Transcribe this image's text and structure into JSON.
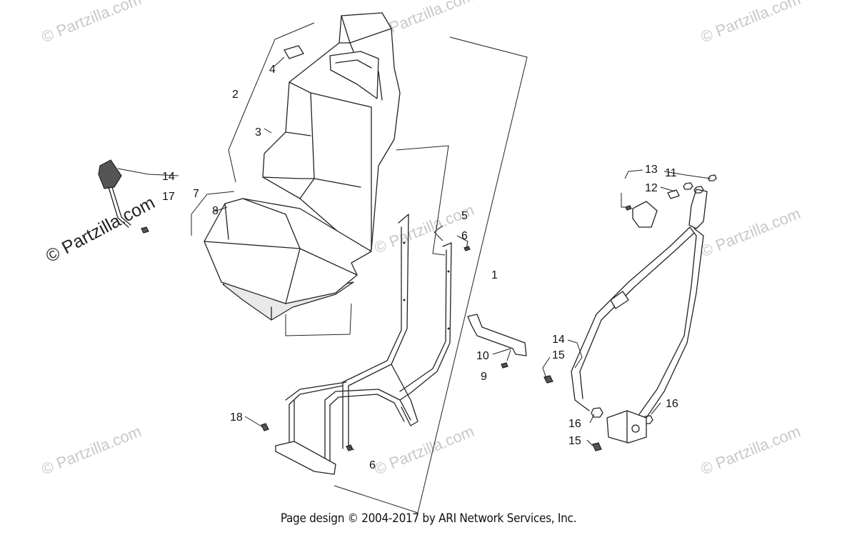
{
  "watermark": {
    "text": "© Partzilla.com",
    "prominent_text": "© Partzilla.com"
  },
  "callouts": {
    "c1": "1",
    "c2": "2",
    "c3": "3",
    "c4": "4",
    "c5": "5",
    "c6a": "6",
    "c6b": "6",
    "c7": "7",
    "c8": "8",
    "c9": "9",
    "c10": "10",
    "c11": "11",
    "c12": "12",
    "c13": "13",
    "c14a": "14",
    "c14b": "14",
    "c15a": "15",
    "c15b": "15",
    "c16a": "16",
    "c16b": "16",
    "c17": "17",
    "c18": "18"
  },
  "footer": {
    "copyright": "Page design © 2004-2017 by ARI Network Services, Inc."
  }
}
